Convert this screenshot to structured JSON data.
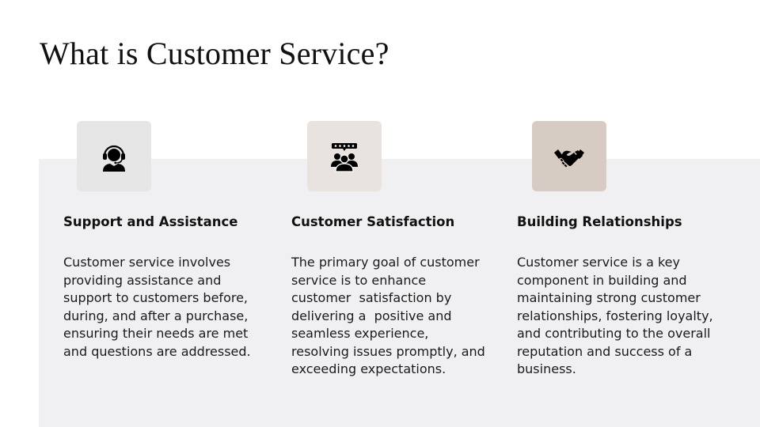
{
  "slide": {
    "title": "What is Customer Service?",
    "colors": {
      "panel": "#f0f0f2",
      "icon_box_1": "#e6e6e6",
      "icon_box_2": "#e8e3de",
      "icon_box_3": "#d6ccc4",
      "text": "#111111"
    },
    "cards": [
      {
        "icon": "headset-support-icon",
        "heading": "Support and Assistance",
        "lines": [
          "Customer service involves",
          "providing assistance and",
          "support to customers before,",
          "during, and after a purchase,",
          "ensuring their needs are met",
          "and questions are addressed."
        ]
      },
      {
        "icon": "rating-group-icon",
        "heading": "Customer Satisfaction",
        "lines": [
          "The primary goal of customer",
          "service is to enhance",
          "customer  satisfaction by",
          "delivering a  positive and",
          "seamless experience,",
          "resolving issues promptly, and",
          "exceeding expectations."
        ]
      },
      {
        "icon": "handshake-icon",
        "heading": "Building Relationships",
        "lines": [
          "Customer service is a key",
          "component in building and",
          "maintaining strong customer",
          "relationships, fostering loyalty,",
          "and contributing to the overall",
          "reputation and success of a",
          "business."
        ]
      }
    ]
  }
}
